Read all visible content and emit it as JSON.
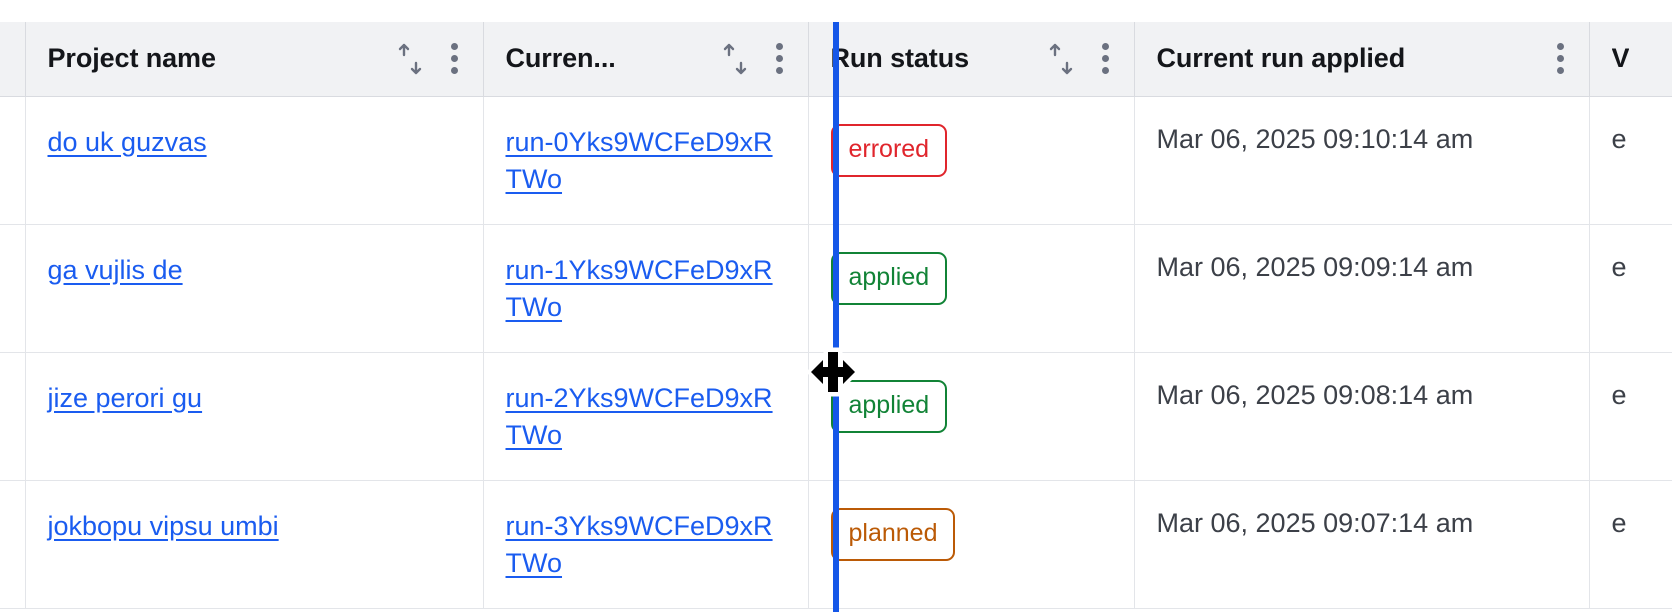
{
  "table": {
    "columns": [
      {
        "key": "select",
        "label": "",
        "has_sort": false,
        "has_menu": false
      },
      {
        "key": "name",
        "label": "Project name",
        "has_sort": true,
        "has_menu": true
      },
      {
        "key": "run",
        "label": "Curren...",
        "has_sort": true,
        "has_menu": true
      },
      {
        "key": "status",
        "label": "Run status",
        "has_sort": true,
        "has_menu": true
      },
      {
        "key": "applied",
        "label": "Current run applied",
        "has_sort": false,
        "has_menu": true
      },
      {
        "key": "extra",
        "label": "V",
        "has_sort": false,
        "has_menu": false
      }
    ],
    "rows": [
      {
        "project_name": "do uk guzvas",
        "current_run": "run-0Yks9WCFeD9xRTWo",
        "run_status": "errored",
        "status_variant": "errored",
        "current_run_applied": "Mar 06, 2025 09:10:14 am",
        "extra": "e"
      },
      {
        "project_name": "ga vujlis de",
        "current_run": "run-1Yks9WCFeD9xRTWo",
        "run_status": "applied",
        "status_variant": "applied",
        "current_run_applied": "Mar 06, 2025 09:09:14 am",
        "extra": "e"
      },
      {
        "project_name": "jize perori gu",
        "current_run": "run-2Yks9WCFeD9xRTWo",
        "run_status": "applied",
        "status_variant": "applied",
        "current_run_applied": "Mar 06, 2025 09:08:14 am",
        "extra": "e"
      },
      {
        "project_name": "jokbopu vipsu umbi",
        "current_run": "run-3Yks9WCFeD9xRTWo",
        "run_status": "planned",
        "status_variant": "planned",
        "current_run_applied": "Mar 06, 2025 09:07:14 am",
        "extra": "e"
      }
    ]
  },
  "interaction": {
    "column_resize_active": true,
    "resize_divider_color": "#1557e8",
    "cursor": "col-resize"
  },
  "colors": {
    "link": "#1a5cf0",
    "header_background": "#f1f2f4",
    "border": "#e3e5e9",
    "status_errored": "#e0252c",
    "status_applied": "#118336",
    "status_planned": "#bb5a06",
    "text": "#3c4048"
  },
  "icons": {
    "sort": "sort-arrows-icon",
    "menu": "kebab-menu-icon"
  }
}
